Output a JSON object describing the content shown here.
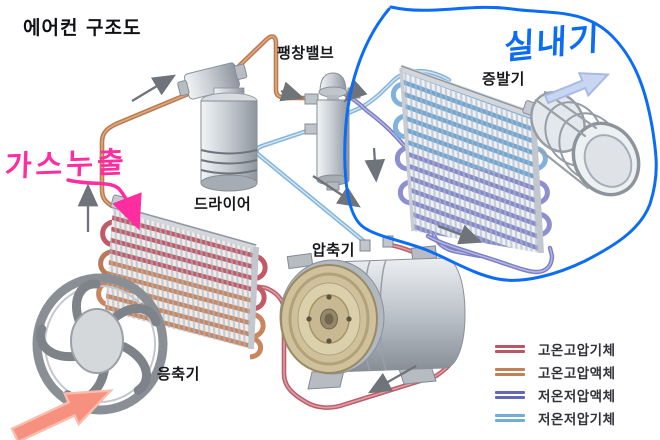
{
  "title": "에어컨 구조도",
  "components": {
    "dryer": "드라이어",
    "expansion_valve": "팽창밸브",
    "evaporator": "증발기",
    "compressor": "압축기",
    "condenser": "응축기"
  },
  "annotations": {
    "gas_leak": {
      "text": "가스누출",
      "color": "#ff2da0"
    },
    "indoor_unit": {
      "text": "실내기",
      "color": "#0b6cf5"
    }
  },
  "legend": {
    "items": [
      {
        "label": "고온고압기체",
        "color": "#b95864"
      },
      {
        "label": "고온고압액체",
        "color": "#c28057"
      },
      {
        "label": "저온저압액체",
        "color": "#6367b4"
      },
      {
        "label": "저온저압기체",
        "color": "#74acd6"
      }
    ]
  },
  "pipe_colors": {
    "copper": "#b97a52",
    "hot_gas_red": "#bc5f6c",
    "low_liquid_purple": "#7d7fc4",
    "low_gas_blue": "#85b4da"
  }
}
